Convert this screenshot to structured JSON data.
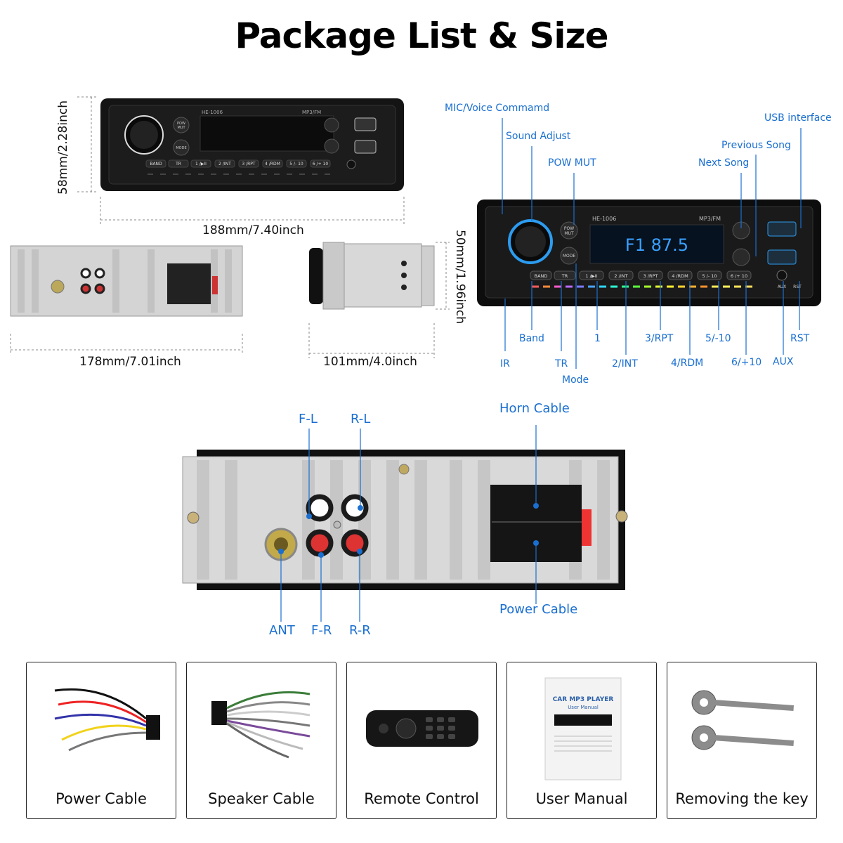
{
  "title": "Package List & Size",
  "dimensions": {
    "front_height": "58mm/2.28inch",
    "front_width": "188mm/7.40inch",
    "back_width": "178mm/7.01inch",
    "side_depth": "101mm/4.0inch",
    "side_height": "50mm/1.96inch"
  },
  "radio": {
    "model": "HE-1006",
    "mode_text": "MP3/FM",
    "display": "F1 87.5",
    "buttons": [
      "BAND",
      "TR",
      "1 /▶II",
      "2 /INT",
      "3 /RPT",
      "4 /RDM",
      "5 /- 10",
      "6 /+ 10"
    ],
    "pow_mut": "POW MUT",
    "mode": "MODE",
    "aux": "AUX",
    "rst": "RST"
  },
  "callouts_top": {
    "mic": "MIC/Voice Commamd",
    "sound": "Sound Adjust",
    "pow_mut": "POW MUT",
    "usb": "USB interface",
    "prev": "Previous Song",
    "next": "Next Song"
  },
  "callouts_bottom": {
    "band": "Band",
    "ir": "IR",
    "tr": "TR",
    "mode": "Mode",
    "one": "1",
    "two_int": "2/INT",
    "three_rpt": "3/RPT",
    "four_rdm": "4/RDM",
    "five": "5/-10",
    "six": "6/+10",
    "aux": "AUX",
    "rst": "RST"
  },
  "back_callouts": {
    "fl": "F-L",
    "rl": "R-L",
    "horn": "Horn Cable",
    "power": "Power Cable",
    "ant": "ANT",
    "fr": "F-R",
    "rr": "R-R"
  },
  "manual": {
    "title": "CAR MP3 PLAYER",
    "subtitle": "User Manual"
  },
  "package_items": [
    {
      "label": "Power Cable",
      "icon": "power-cable-icon"
    },
    {
      "label": "Speaker Cable",
      "icon": "speaker-cable-icon"
    },
    {
      "label": "Remote Control",
      "icon": "remote-control-icon"
    },
    {
      "label": "User Manual",
      "icon": "user-manual-icon"
    },
    {
      "label": "Removing the key",
      "icon": "removing-key-icon"
    }
  ],
  "colors": {
    "accent": "#1a6fd0",
    "radio_body": "#141414",
    "metal": "#d4d4d4"
  }
}
